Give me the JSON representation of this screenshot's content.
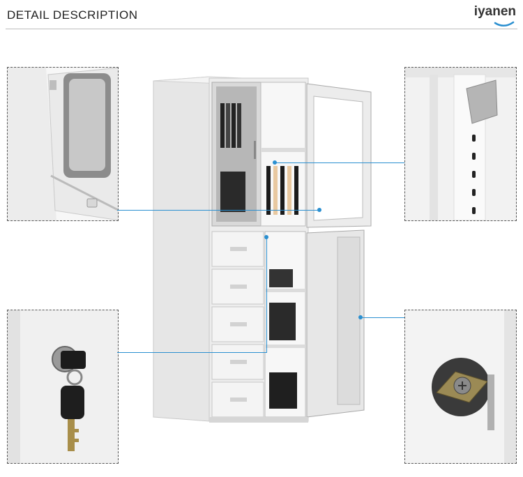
{
  "header": {
    "title": "DETAIL DESCRIPTION"
  },
  "brand": {
    "name": "iyanen",
    "accent_color": "#2a8fd0"
  },
  "callout_color": "#2a8fd0",
  "details": [
    {
      "name": "glass-door-handle-detail"
    },
    {
      "name": "adjustable-shelf-bracket-detail"
    },
    {
      "name": "key-lock-detail"
    },
    {
      "name": "door-hinge-detail"
    }
  ]
}
